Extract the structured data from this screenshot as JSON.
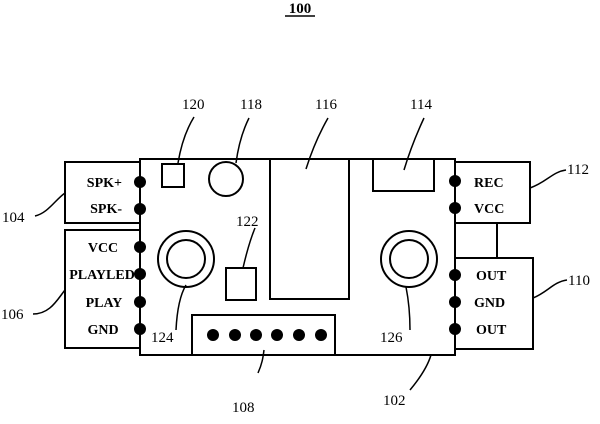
{
  "figure": {
    "title": "100",
    "refs": {
      "r102": "102",
      "r104": "104",
      "r106": "106",
      "r108": "108",
      "r110": "110",
      "r112": "112",
      "r114": "114",
      "r116": "116",
      "r118": "118",
      "r120": "120",
      "r122": "122",
      "r124": "124",
      "r126": "126"
    },
    "speaker_connector": {
      "pins": [
        "SPK+",
        "SPK-"
      ]
    },
    "control_connector": {
      "pins": [
        "VCC",
        "PLAYLED",
        "PLAY",
        "GND"
      ]
    },
    "record_connector": {
      "pins": [
        "REC",
        "VCC"
      ]
    },
    "output_connector": {
      "pins": [
        "OUT",
        "GND",
        "OUT"
      ]
    }
  }
}
